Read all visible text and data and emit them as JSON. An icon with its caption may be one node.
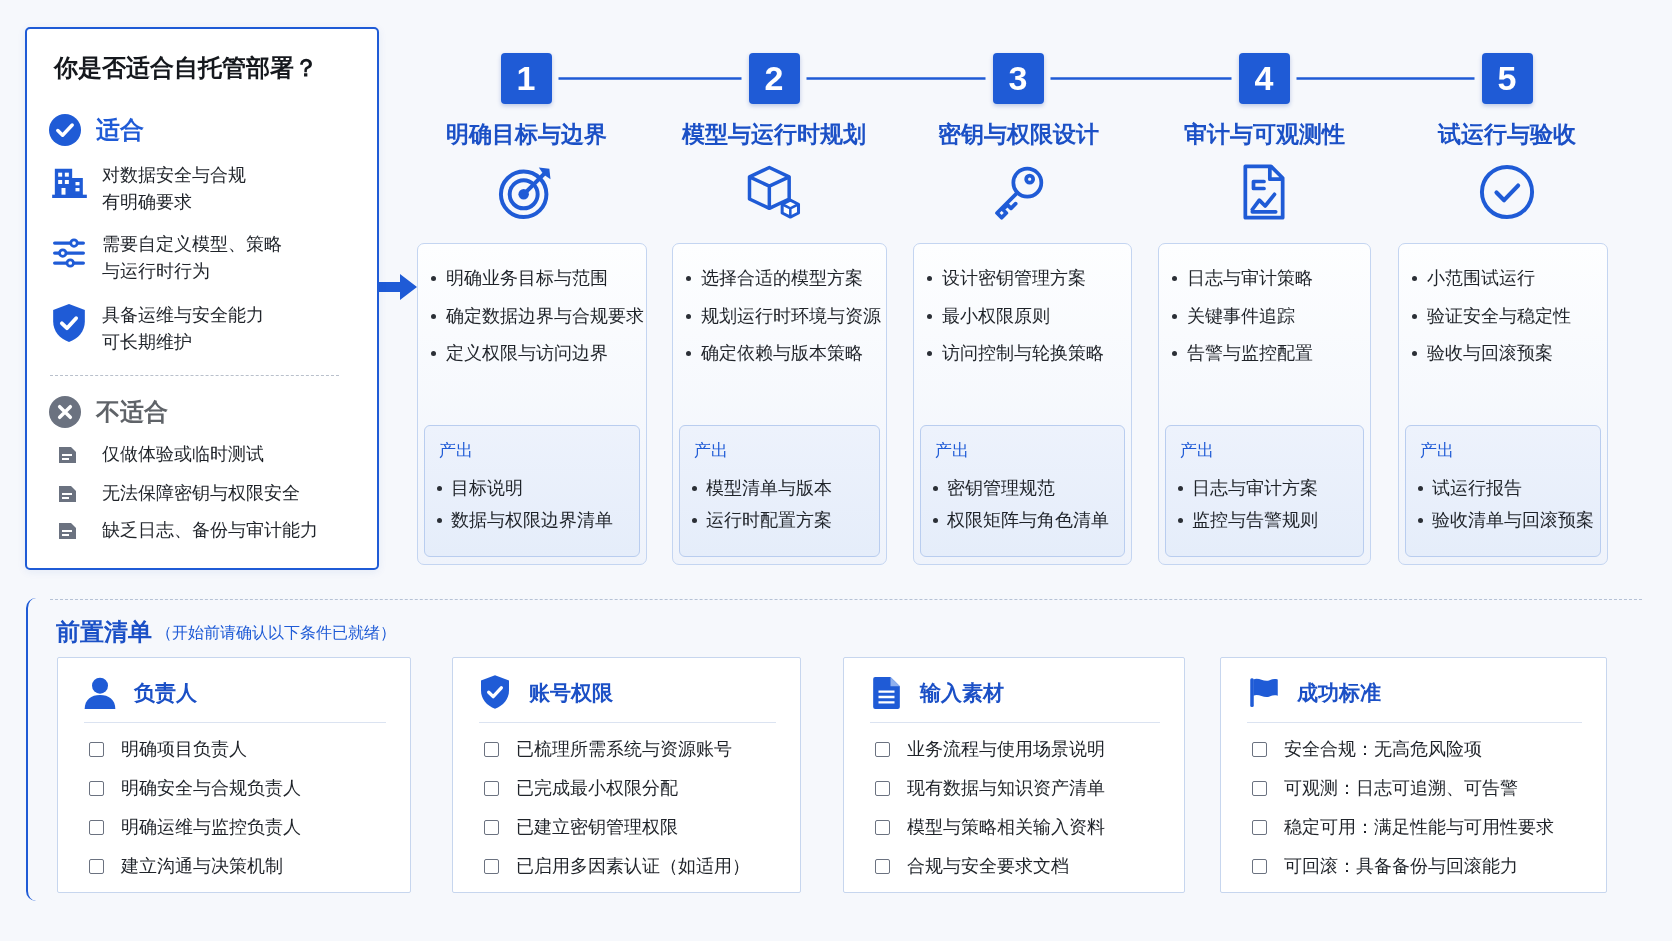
{
  "diagram": {
    "nodes": [
      {
        "text": [
          "你是否适合自托管部署？",
          "适合",
          "对数据安全与合规有明确要求",
          "需要自定义模型、策略与运行时行为",
          "具备运维与安全能力可长期维护",
          "不适合",
          "仅做体验或临时测试",
          "无法保障密钥与权限安全",
          "缺乏日志、备份与审计能力"
        ]
      },
      {
        "text": [
          "1"
        ],
        "beside": [
          "明确目标与边界"
        ]
      },
      {
        "text": [
          "明确业务目标与范围",
          "确定数据边界与合规要求",
          "定义权限与访问边界"
        ]
      },
      {
        "text": [
          "产出",
          "目标说明",
          "数据与权限边界清单"
        ],
        "in": 2
      },
      {
        "text": [
          "2"
        ],
        "beside": [
          "模型与运行时规划"
        ]
      },
      {
        "text": [
          "选择合适的模型方案",
          "规划运行时环境与资源",
          "确定依赖与版本策略"
        ]
      },
      {
        "text": [
          "产出",
          "模型清单与版本",
          "运行时配置方案"
        ],
        "in": 5
      },
      {
        "text": [
          "3"
        ],
        "beside": [
          "密钥与权限设计"
        ]
      },
      {
        "text": [
          "设计密钥管理方案",
          "最小权限原则",
          "访问控制与轮换策略"
        ]
      },
      {
        "text": [
          "产出",
          "密钥管理规范",
          "权限矩阵与角色清单"
        ],
        "in": 8
      },
      {
        "text": [
          "4"
        ],
        "beside": [
          "审计与可观测性"
        ]
      },
      {
        "text": [
          "日志与审计策略",
          "关键事件追踪",
          "告警与监控配置"
        ]
      },
      {
        "text": [
          "产出",
          "日志与审计方案",
          "监控与告警规则"
        ],
        "in": 11
      },
      {
        "text": [
          "5"
        ],
        "beside": [
          "试运行与验收"
        ]
      },
      {
        "text": [
          "小范围试运行",
          "验证安全与稳定性",
          "验收与回滚预案"
        ]
      },
      {
        "text": [
          "产出",
          "试运行报告",
          "验收清单与回滚预案"
        ],
        "in": 14
      },
      {
        "text": [
          "前置清单",
          "（开始前请确认以下条件已就绪）"
        ]
      },
      {
        "text": [
          "负责人",
          "明确项目负责人",
          "明确安全与合规负责人",
          "明确运维与监控负责人",
          "建立沟通与决策机制"
        ],
        "in": 16
      },
      {
        "text": [
          "账号权限",
          "已梳理所需系统与资源账号",
          "已完成最小权限分配",
          "已建立密钥管理权限",
          "已启用多因素认证（如适用）"
        ],
        "in": 16
      },
      {
        "text": [
          "输入素材",
          "业务流程与使用场景说明",
          "现有数据与知识资产清单",
          "模型与策略相关输入资料",
          "合规与安全要求文档"
        ],
        "in": 16
      },
      {
        "text": [
          "成功标准",
          "安全合规：无高危风险项",
          "可观测：日志可追溯、可告警",
          "稳定可用：满足性能与可用性要求",
          "可回滚：具备备份与回滚能力"
        ],
        "in": 16
      }
    ],
    "edges": [
      {
        "from": 0,
        "to": 2,
        "arrow": "to",
        "style": "thick"
      },
      {
        "from": 1,
        "to": 4,
        "arrow": "none"
      },
      {
        "from": 4,
        "to": 7,
        "arrow": "none"
      },
      {
        "from": 7,
        "to": 10,
        "arrow": "none"
      },
      {
        "from": 10,
        "to": 13,
        "arrow": "none"
      }
    ]
  }
}
